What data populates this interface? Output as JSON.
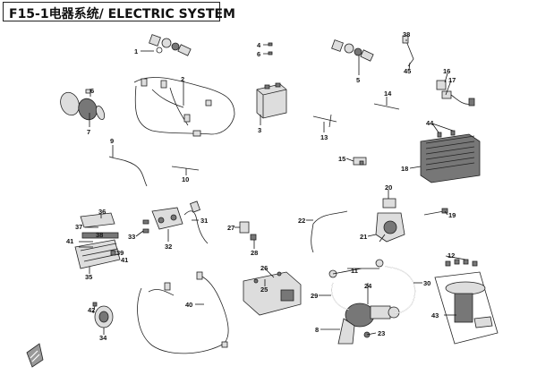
{
  "title": "F15-1电器系统/ ELECTRIC SYSTEM",
  "callouts": {
    "c1": "1",
    "c2": "2",
    "c3": "3",
    "c4": "4",
    "c6b": "6",
    "c5": "5",
    "c6": "6",
    "c7": "7",
    "c9": "9",
    "c10": "10",
    "c13": "13",
    "c14": "14",
    "c15": "15",
    "c16": "16",
    "c17": "17",
    "c18": "18",
    "c19": "19",
    "c20": "20",
    "c21": "21",
    "c22": "22",
    "c23": "23",
    "c24": "24",
    "c29": "29",
    "c30": "30",
    "c8": "8",
    "c11": "11",
    "c11b": "",
    "c25": "25",
    "c26": "26",
    "c27": "27",
    "c28": "28",
    "c31": "31",
    "c32": "32",
    "c33": "33",
    "c35": "35",
    "c36": "36",
    "c37": "37",
    "c38": "38",
    "c38b": "38",
    "c39": "39",
    "c41a": "41",
    "c41b": "41",
    "c34": "34",
    "c40": "40",
    "c42": "42",
    "c43": "43",
    "c44": "44",
    "c45": "45",
    "c12": "12"
  }
}
